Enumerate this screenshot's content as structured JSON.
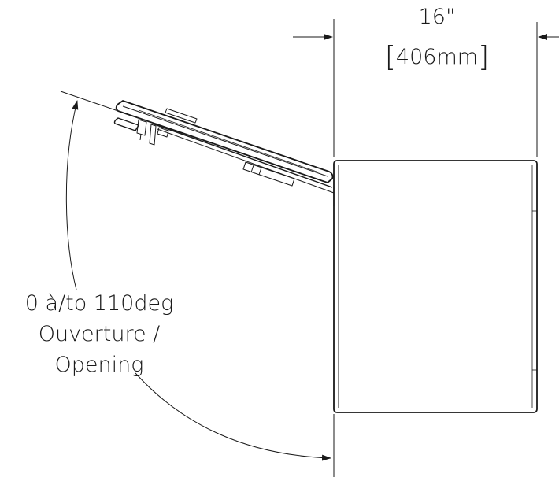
{
  "dimension": {
    "width_imperial": "16\"",
    "width_metric": "406mm",
    "bracket_open": "[",
    "bracket_close": "]"
  },
  "opening_note": {
    "line1": "0 à/to 110deg",
    "line2": "Ouverture /",
    "line3": "Opening"
  },
  "colors": {
    "line": "#1a1a1a",
    "background": "#ffffff"
  }
}
